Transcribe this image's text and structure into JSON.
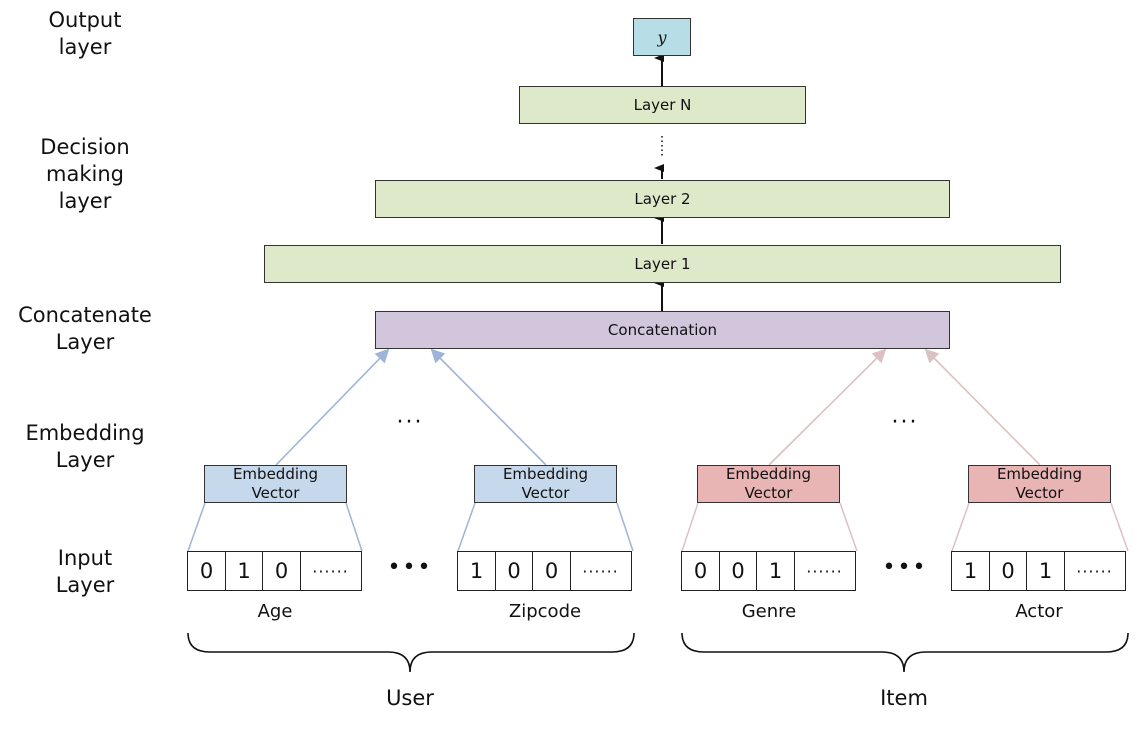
{
  "side_labels": {
    "output": "Output\nlayer",
    "decision": "Decision\nmaking\nlayer",
    "concat": "Concatenate\nLayer",
    "embedding": "Embedding\nLayer",
    "input": "Input\nLayer"
  },
  "network": {
    "output": "y",
    "layer_n": "Layer N",
    "layer_2": "Layer 2",
    "layer_1": "Layer 1",
    "concatenation": "Concatenation"
  },
  "embedding_label": "Embedding\nVector",
  "ellipsis_small": "···",
  "ellipsis_big": "•••",
  "features": [
    {
      "name": "Age",
      "bits": [
        "0",
        "1",
        "0",
        "······"
      ]
    },
    {
      "name": "Zipcode",
      "bits": [
        "1",
        "0",
        "0",
        "······"
      ]
    },
    {
      "name": "Genre",
      "bits": [
        "0",
        "0",
        "1",
        "······"
      ]
    },
    {
      "name": "Actor",
      "bits": [
        "1",
        "0",
        "1",
        "······"
      ]
    }
  ],
  "groups": {
    "user": "User",
    "item": "Item"
  },
  "colors": {
    "user_arrow": "#9fb4d6",
    "item_arrow": "#dcc1c4",
    "black_arrow": "#111111"
  }
}
